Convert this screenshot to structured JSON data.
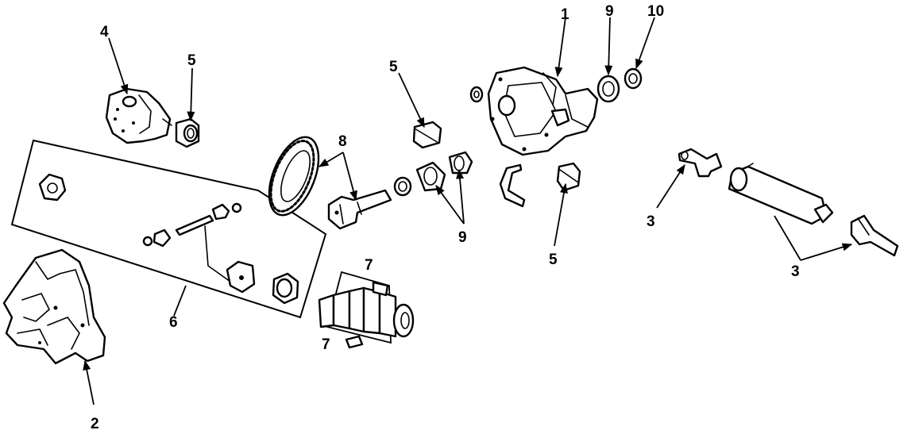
{
  "callouts": {
    "c1": "1",
    "c2": "2",
    "c3a": "3",
    "c3b": "3",
    "c4": "4",
    "c5a": "5",
    "c5b": "5",
    "c5c": "5",
    "c6": "6",
    "c7a": "7",
    "c7b": "7",
    "c8": "8",
    "c9a": "9",
    "c9b": "9",
    "c10": "10"
  }
}
